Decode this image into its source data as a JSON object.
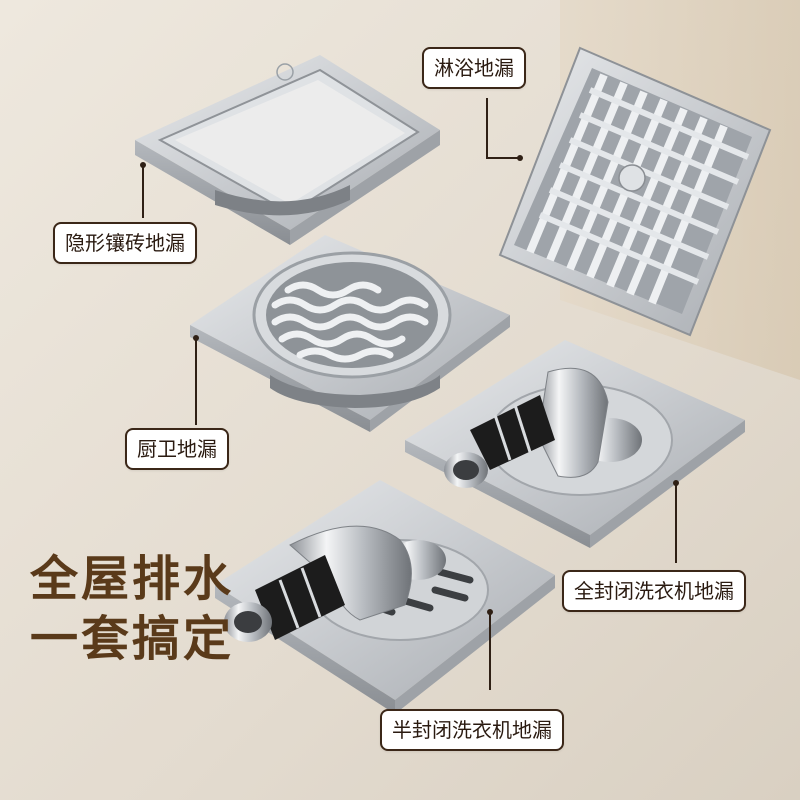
{
  "labels": {
    "shower": "淋浴地漏",
    "hidden_tile": "隐形镶砖地漏",
    "kitchen_bath": "厨卫地漏",
    "full_sealed_washer": "全封闭洗衣机地漏",
    "half_sealed_washer": "半封闭洗衣机地漏"
  },
  "slogan": {
    "line1": "全屋排水",
    "line2": "一套搞定"
  },
  "colors": {
    "background": "#e8e1d6",
    "label_border": "#3b2718",
    "slogan_text": "#5a3a1a",
    "steel": "#c9ccd0"
  }
}
